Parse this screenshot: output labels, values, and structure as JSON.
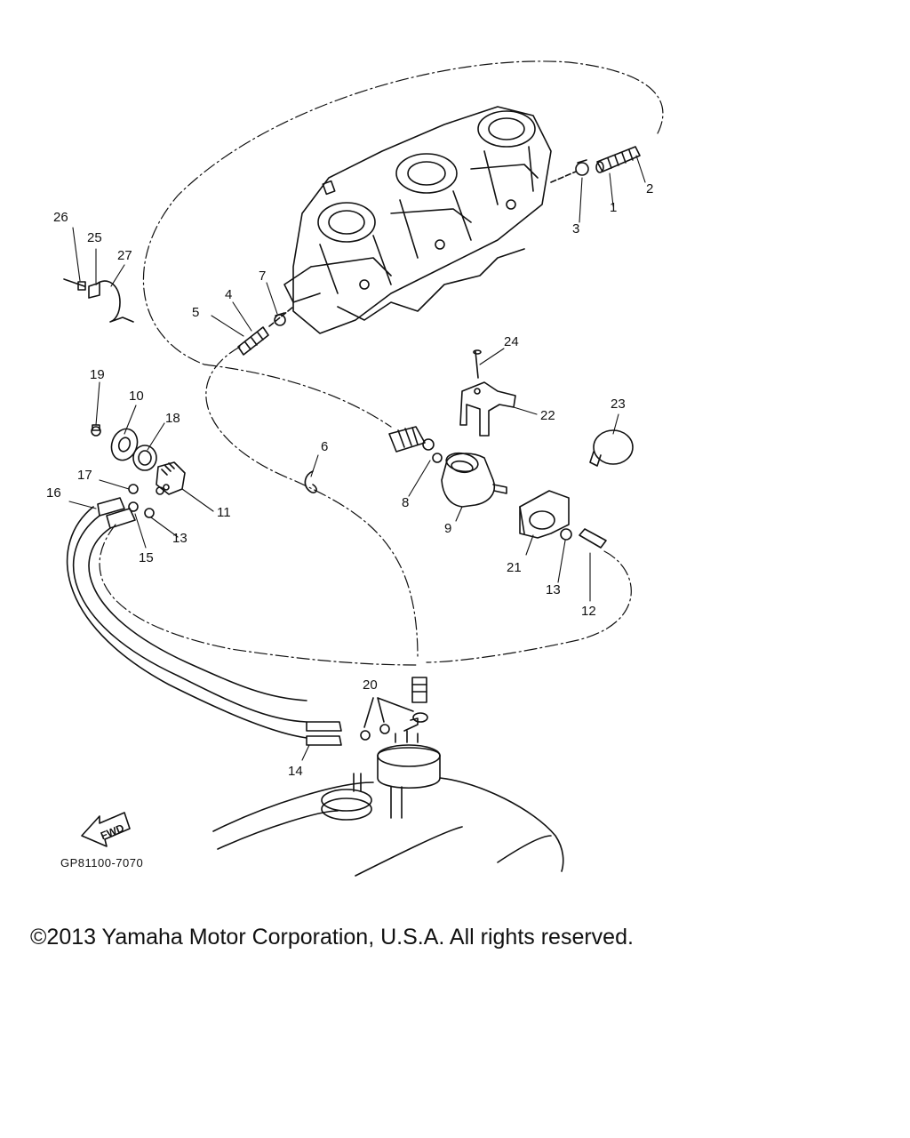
{
  "diagram": {
    "callouts": [
      {
        "id": "c1",
        "text": "1"
      },
      {
        "id": "c2",
        "text": "2"
      },
      {
        "id": "c3",
        "text": "3"
      },
      {
        "id": "c4",
        "text": "4"
      },
      {
        "id": "c5",
        "text": "5"
      },
      {
        "id": "c6",
        "text": "6"
      },
      {
        "id": "c7",
        "text": "7"
      },
      {
        "id": "c8",
        "text": "8"
      },
      {
        "id": "c9",
        "text": "9"
      },
      {
        "id": "c10",
        "text": "10"
      },
      {
        "id": "c11",
        "text": "11"
      },
      {
        "id": "c12",
        "text": "12"
      },
      {
        "id": "c13a",
        "text": "13"
      },
      {
        "id": "c13b",
        "text": "13"
      },
      {
        "id": "c14",
        "text": "14"
      },
      {
        "id": "c15",
        "text": "15"
      },
      {
        "id": "c16",
        "text": "16"
      },
      {
        "id": "c17",
        "text": "17"
      },
      {
        "id": "c18",
        "text": "18"
      },
      {
        "id": "c19",
        "text": "19"
      },
      {
        "id": "c20",
        "text": "20"
      },
      {
        "id": "c21",
        "text": "21"
      },
      {
        "id": "c22",
        "text": "22"
      },
      {
        "id": "c23",
        "text": "23"
      },
      {
        "id": "c24",
        "text": "24"
      },
      {
        "id": "c25",
        "text": "25"
      },
      {
        "id": "c26",
        "text": "26"
      },
      {
        "id": "c27",
        "text": "27"
      }
    ],
    "fwd_label": "FWD",
    "drawing_code": "GP81100-7070"
  },
  "footer": {
    "copyright": "©2013 Yamaha Motor Corporation, U.S.A. All rights reserved."
  }
}
